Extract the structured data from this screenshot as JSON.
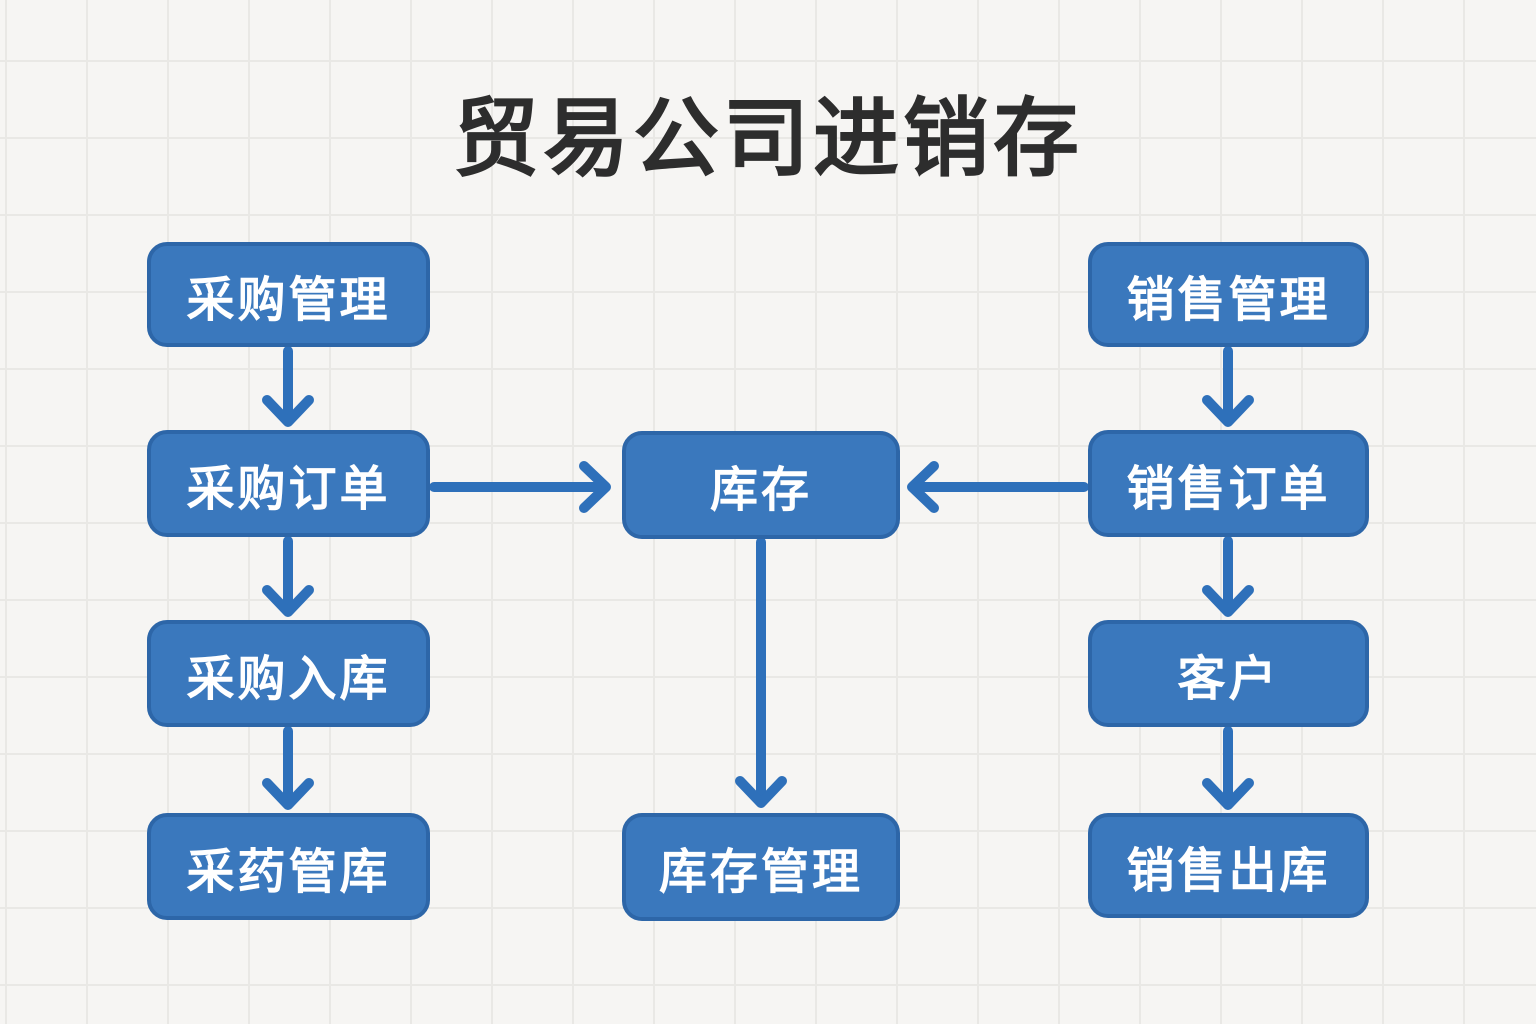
{
  "title": "贸易公司进销存",
  "diagram": {
    "type": "flowchart",
    "nodes": [
      {
        "id": "purchase-management",
        "label": "采购管理"
      },
      {
        "id": "purchase-order",
        "label": "采购订单"
      },
      {
        "id": "purchase-inbound",
        "label": "采购入库"
      },
      {
        "id": "purchase-warehouse",
        "label": "采药管库"
      },
      {
        "id": "inventory",
        "label": "库存"
      },
      {
        "id": "inventory-management",
        "label": "库存管理"
      },
      {
        "id": "sales-management",
        "label": "销售管理"
      },
      {
        "id": "sales-order",
        "label": "销售订单"
      },
      {
        "id": "customer",
        "label": "客户"
      },
      {
        "id": "sales-outbound",
        "label": "销售出库"
      }
    ],
    "edges": [
      {
        "from": "purchase-management",
        "to": "purchase-order"
      },
      {
        "from": "purchase-order",
        "to": "purchase-inbound"
      },
      {
        "from": "purchase-inbound",
        "to": "purchase-warehouse"
      },
      {
        "from": "purchase-order",
        "to": "inventory"
      },
      {
        "from": "sales-management",
        "to": "sales-order"
      },
      {
        "from": "sales-order",
        "to": "inventory"
      },
      {
        "from": "sales-order",
        "to": "customer"
      },
      {
        "from": "customer",
        "to": "sales-outbound"
      },
      {
        "from": "inventory",
        "to": "inventory-management"
      }
    ]
  },
  "colors": {
    "background": "#f6f5f3",
    "grid_line": "#e9e8e5",
    "node_fill": "#3a78bd",
    "node_border": "#2d66a8",
    "node_text": "#ffffff",
    "arrow": "#2e70ba",
    "title": "#2d2d2d"
  }
}
